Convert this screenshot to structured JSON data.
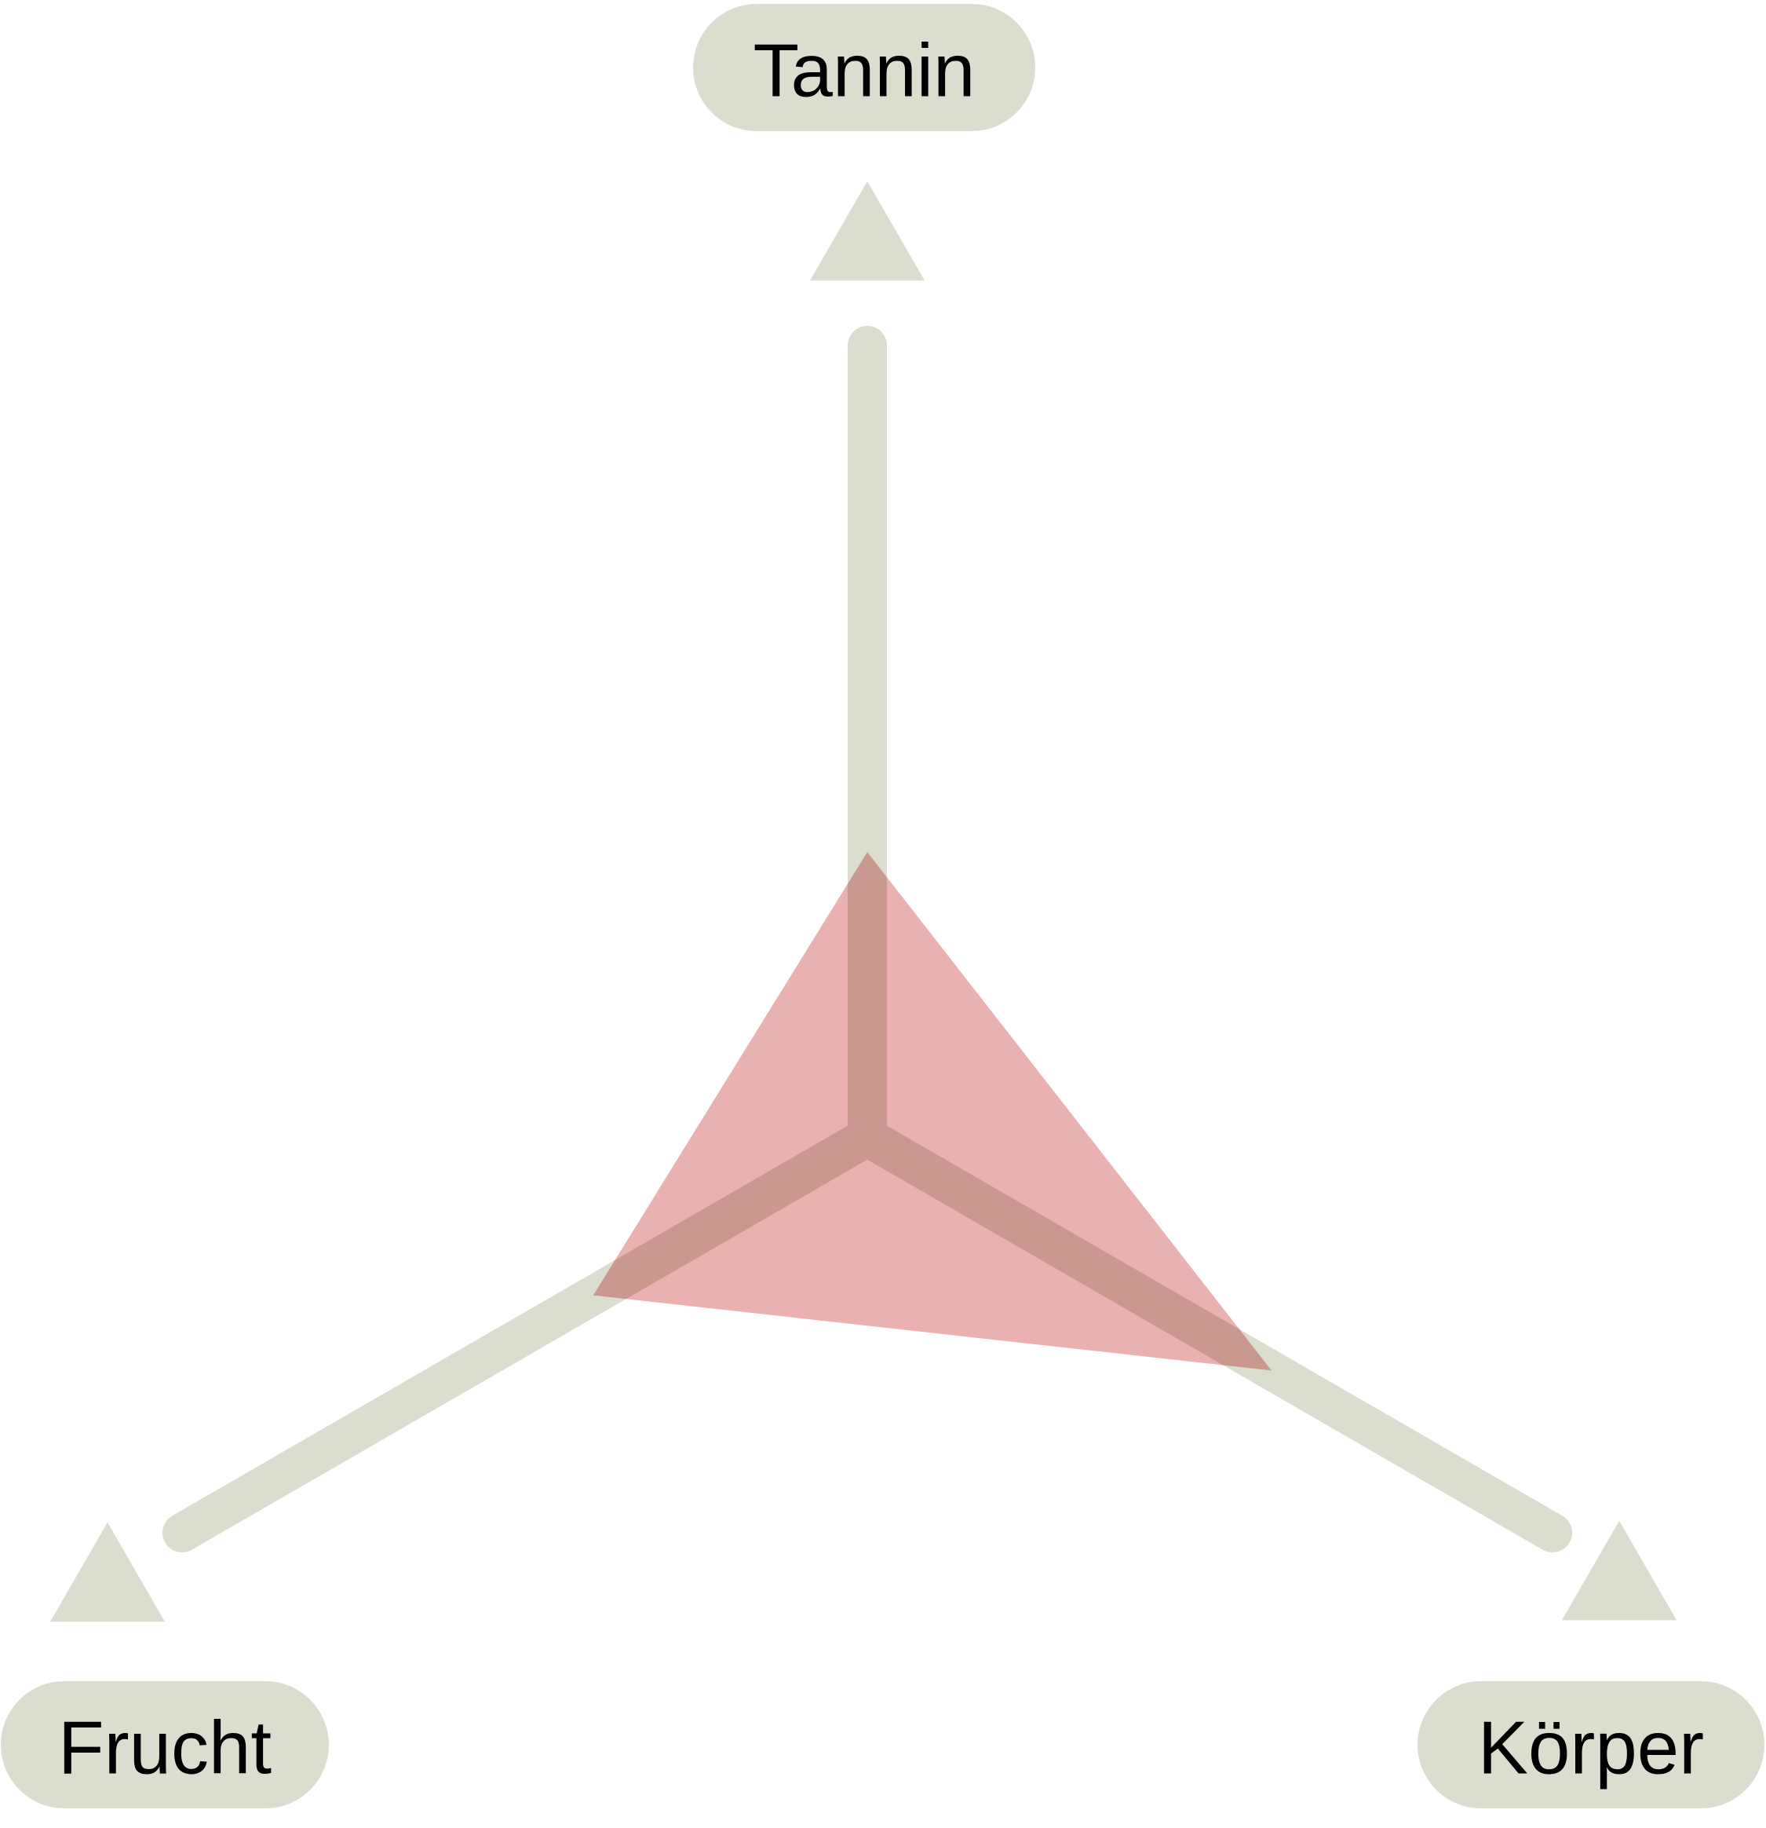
{
  "chart_data": {
    "type": "radar",
    "axes": [
      {
        "key": "tannin",
        "label": "Tannin",
        "value": 0.36
      },
      {
        "key": "koerper",
        "label": "Körper",
        "value": 0.59
      },
      {
        "key": "frucht",
        "label": "Frucht",
        "value": 0.4
      }
    ],
    "value_range": [
      0,
      1
    ],
    "grid": false,
    "colors": {
      "axis": "#dbddcf",
      "label_pill": "#dbddcf",
      "area_fill": "#e8aaaa",
      "label_text": "#000000"
    }
  }
}
